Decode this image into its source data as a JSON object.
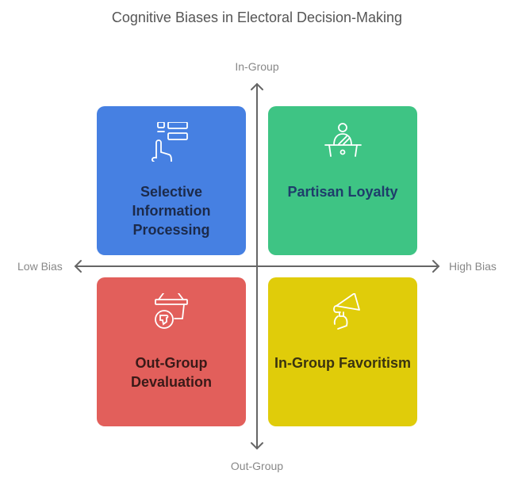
{
  "title": "Cognitive Biases in Electoral Decision-Making",
  "axes": {
    "top": "In-Group",
    "bottom": "Out-Group",
    "left": "Low Bias",
    "right": "High Bias"
  },
  "quadrants": [
    {
      "label": "Selective Information Processing",
      "icon": "hand-pointing-list-icon",
      "color": "#4680E2"
    },
    {
      "label": "Partisan Loyalty",
      "icon": "person-at-podium-icon",
      "color": "#3EC484"
    },
    {
      "label": "Out-Group Devaluation",
      "icon": "basket-thumbs-down-icon",
      "color": "#E25F5B"
    },
    {
      "label": "In-Group Favoritism",
      "icon": "megaphone-icon",
      "color": "#E0CC0A"
    }
  ]
}
